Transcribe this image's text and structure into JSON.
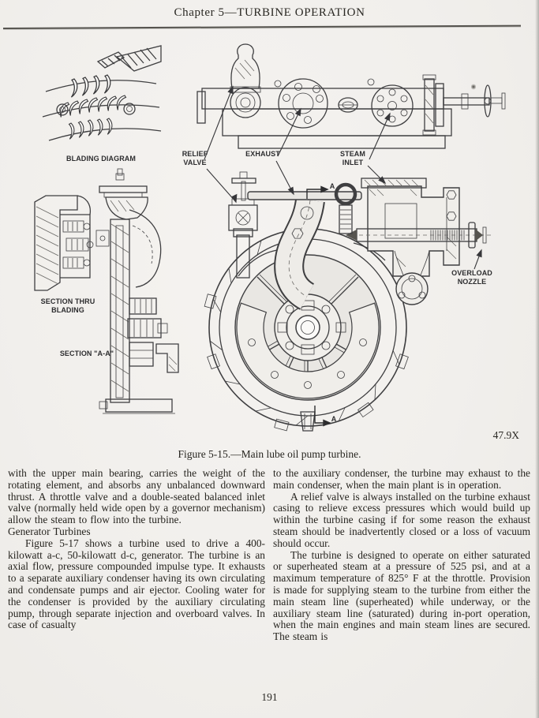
{
  "header": {
    "title": "Chapter 5—TURBINE OPERATION"
  },
  "figure": {
    "caption": "Figure 5-15.—Main lube oil pump turbine.",
    "credit": "47.9X",
    "labels": {
      "blading_diagram": "BLADING DIAGRAM",
      "relief_valve": "RELIEF VALVE",
      "exhaust": "EXHAUST",
      "steam_inlet": "STEAM INLET",
      "section_thru_blading": "SECTION THRU BLADING",
      "section_aa": "SECTION \"A-A\"",
      "overload_nozzle": "OVERLOAD NOZZLE",
      "section_marker": "A"
    }
  },
  "body": {
    "left": {
      "p1": "with the upper main bearing, carries the weight of the rotating element, and absorbs any unbalanced downward thrust. A throttle valve and a double-seated balanced inlet valve (normally held wide open by a governor mechanism) allow the steam to flow into the turbine.",
      "heading": "Generator Turbines",
      "p2": "Figure 5-17 shows a turbine used to drive a 400-kilowatt a-c, 50-kilowatt d-c, generator. The turbine is an axial flow, pressure compounded impulse type. It exhausts to a separate auxiliary condenser having its own circulating and condensate pumps and air ejector. Cooling water for the condenser is provided by the auxiliary circulating pump, through separate injection and overboard valves. In case of casualty"
    },
    "right": {
      "p1": "to the auxiliary condenser, the turbine may exhaust to the main condenser, when the main plant is in operation.",
      "p2": "A relief valve is always installed on the turbine exhaust casing to relieve excess pressures which would build up within the turbine casing if for some reason the exhaust steam should be inadvertently closed or a loss of vacuum should occur.",
      "p3": "The turbine is designed to operate on either saturated or superheated steam at a pressure of 525 psi, and at a maximum temperature of 825° F at the throttle. Provision is made for supplying steam to the turbine from either the main steam line (superheated) while underway, or the auxiliary steam line (saturated) during in-port operation, when the main engines and main steam lines are secured. The steam is"
    }
  },
  "page": {
    "number": "191"
  }
}
